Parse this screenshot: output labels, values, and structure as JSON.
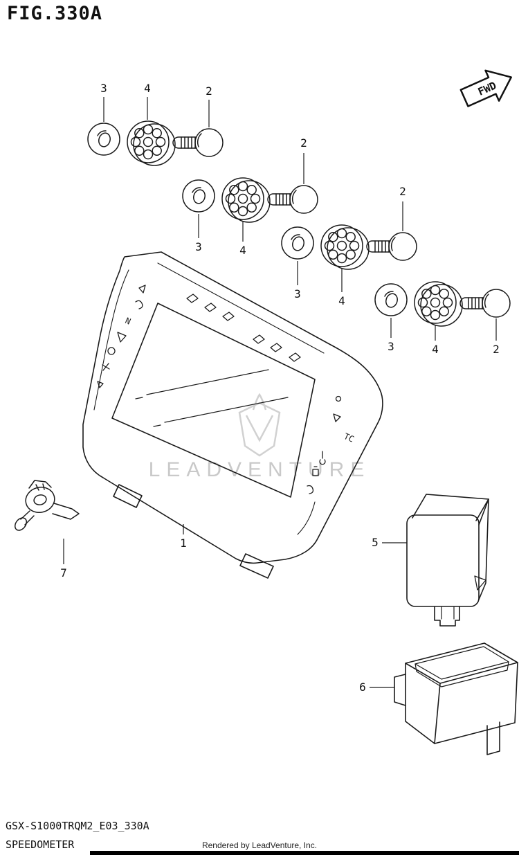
{
  "figure": {
    "title": "FIG.330A",
    "fwd_label": "FWD"
  },
  "callouts": {
    "p1": "1",
    "p2": "2",
    "p3": "3",
    "p4": "4",
    "p5": "5",
    "p6": "6",
    "p7": "7"
  },
  "cluster_icons": {
    "neutral": "N",
    "traction": "TC"
  },
  "watermark": {
    "text": "LEADVENTURE"
  },
  "footer": {
    "part_code": "GSX-S1000TRQM2_E03_330A",
    "diagram_name": "SPEEDOMETER",
    "rendered_by": "Rendered by LeadVenture, Inc."
  }
}
